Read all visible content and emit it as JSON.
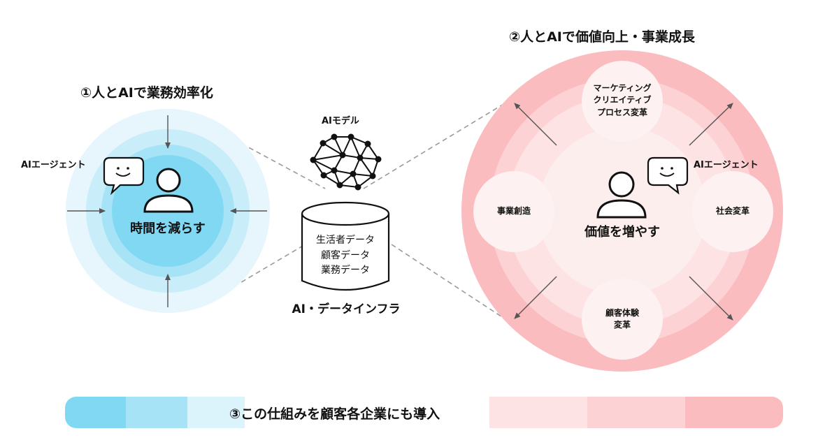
{
  "left": {
    "title": "①人とAIで業務効率化",
    "agent_label": "AIエージェント",
    "center_label": "時間を減らす"
  },
  "middle": {
    "model_label": "AIモデル",
    "db_lines": [
      "生活者データ",
      "顧客データ",
      "業務データ"
    ],
    "infra_label": "AI・データインフラ"
  },
  "right": {
    "title": "②人とAIで価値向上・事業成長",
    "agent_label": "AIエージェント",
    "center_label": "価値を増やす",
    "bubbles": {
      "top": [
        "マーケティング",
        "クリエイティブ",
        "プロセス変革"
      ],
      "left": "事業創造",
      "right": "社会変革",
      "bottom": [
        "顧客体験",
        "変革"
      ]
    }
  },
  "bottom_bar": {
    "label": "③この仕組みを顧客各企業にも導入"
  },
  "colors": {
    "blue_outer": "#e6f6fc",
    "blue_mid": "#c9edf9",
    "blue_inner": "#a6e3f6",
    "blue_core": "#80d8f3",
    "pink_outer": "#fbbcc0",
    "pink_mid": "#fcd2d4",
    "pink_inner": "#fde3e4",
    "pink_core": "#fdeeee"
  }
}
